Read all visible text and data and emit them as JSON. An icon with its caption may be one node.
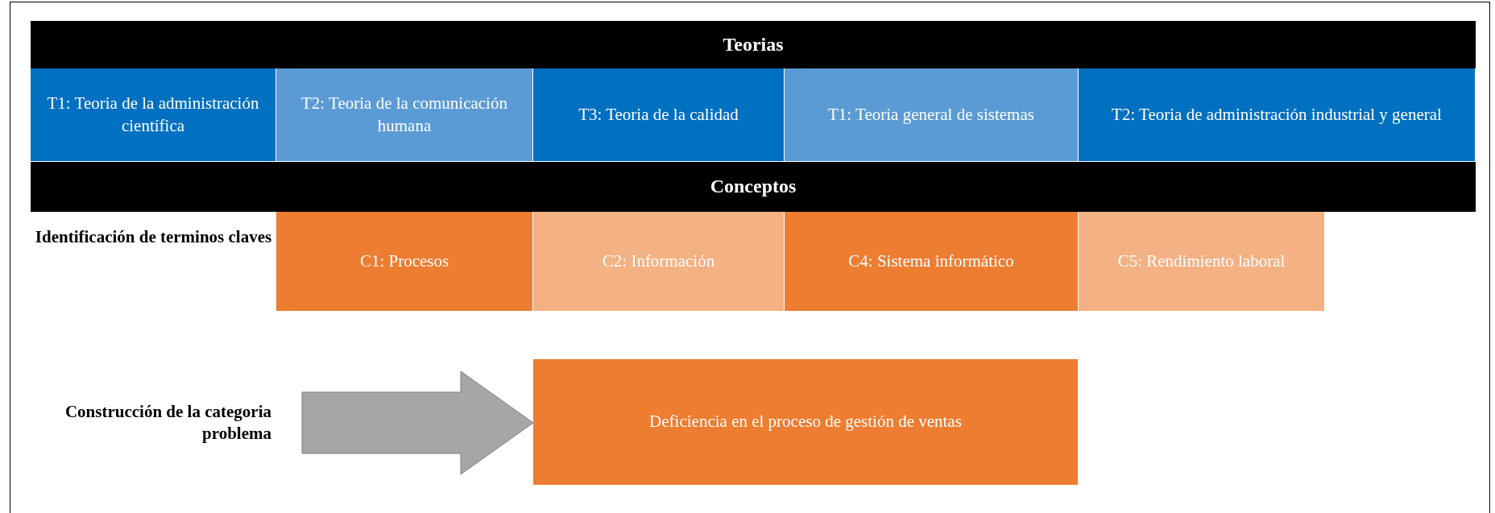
{
  "diagram": {
    "nodes": [
      {
        "text": [
          "Teorias"
        ]
      },
      {
        "text": [
          "T1: Teoria de la administración científica"
        ]
      },
      {
        "text": [
          "T2: Teoria de la comunicación humana"
        ]
      },
      {
        "text": [
          "T3: Teoria de la calidad"
        ]
      },
      {
        "text": [
          "T1: Teoria general de sistemas"
        ]
      },
      {
        "text": [
          "T2: Teoria de administración industrial y general"
        ]
      },
      {
        "text": [
          "Conceptos"
        ]
      },
      {
        "text": [
          "C1: Procesos"
        ]
      },
      {
        "text": [
          "C2: Información"
        ]
      },
      {
        "text": [
          "C4: Sistema informático"
        ]
      },
      {
        "text": [
          "C5: Rendimiento laboral"
        ]
      },
      {
        "text": [
          "Construcción de la categoria problema"
        ]
      },
      {
        "text": [
          "Deficiencia en el proceso de gestión de ventas"
        ]
      }
    ],
    "edges": [
      {
        "from": 11,
        "to": 12,
        "arrow": "to"
      }
    ],
    "labels": [
      "Identificación de terminos claves"
    ]
  }
}
